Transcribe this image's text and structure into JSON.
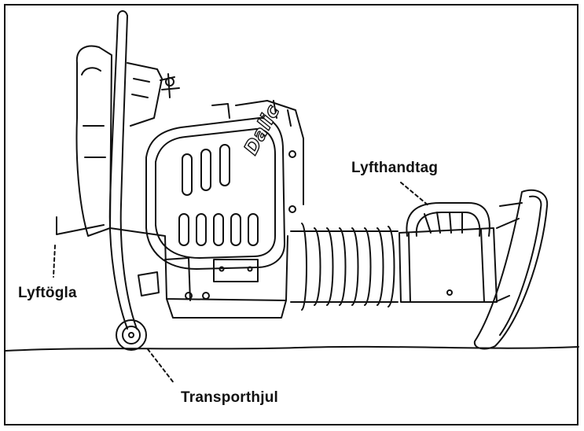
{
  "diagram": {
    "labels": {
      "lift_eye": "Lyftögla",
      "lift_handle": "Lyfthandtag",
      "transport_wheel": "Transporthjul"
    },
    "brand": "Dalic",
    "colors": {
      "line": "#111111",
      "background": "#ffffff"
    }
  }
}
